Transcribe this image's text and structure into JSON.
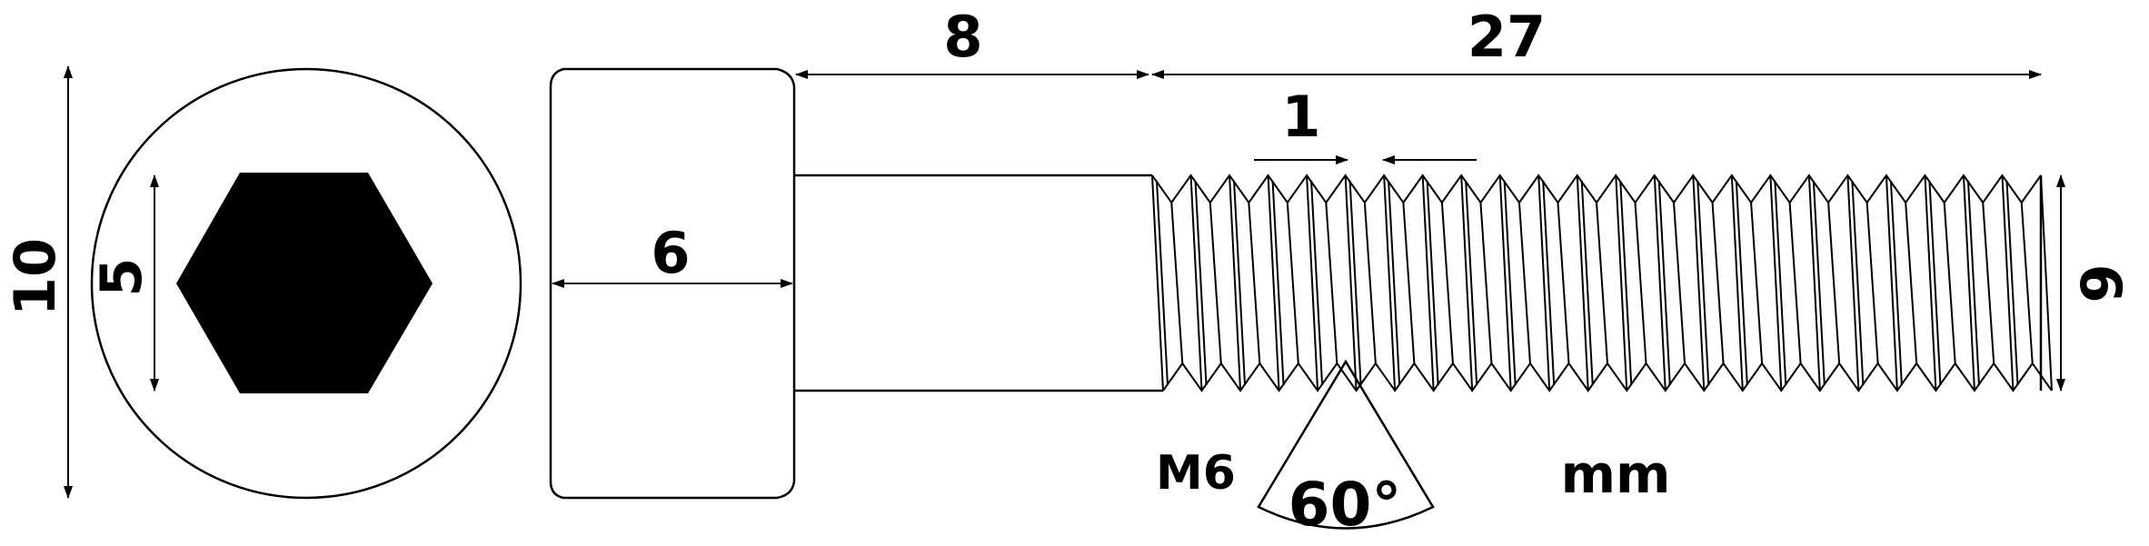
{
  "drawing": {
    "head_diameter": "10",
    "hex_socket_size": "5",
    "head_length": "6",
    "shank_length": "8",
    "thread_length": "27",
    "thread_pitch": "1",
    "thread_diameter": "6",
    "thread_designation": "M6",
    "thread_angle": "60°",
    "unit": "mm"
  },
  "thread": {
    "pitch_count": 23
  },
  "colors": {
    "ink": "#000000",
    "paper": "#ffffff"
  }
}
